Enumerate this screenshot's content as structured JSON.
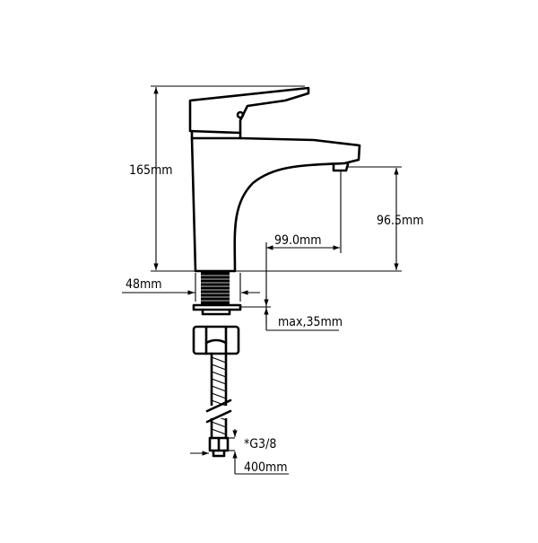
{
  "drawing": {
    "type": "basin mixer tap technical drawing",
    "dimensions": {
      "height": "165mm",
      "spout_height": "96.5mm",
      "spout_reach": "99.0mm",
      "base_diameter": "48mm",
      "max_deck_thickness": "max,35mm",
      "connection_thread": "*G3/8",
      "hose_length": "400mm"
    }
  }
}
